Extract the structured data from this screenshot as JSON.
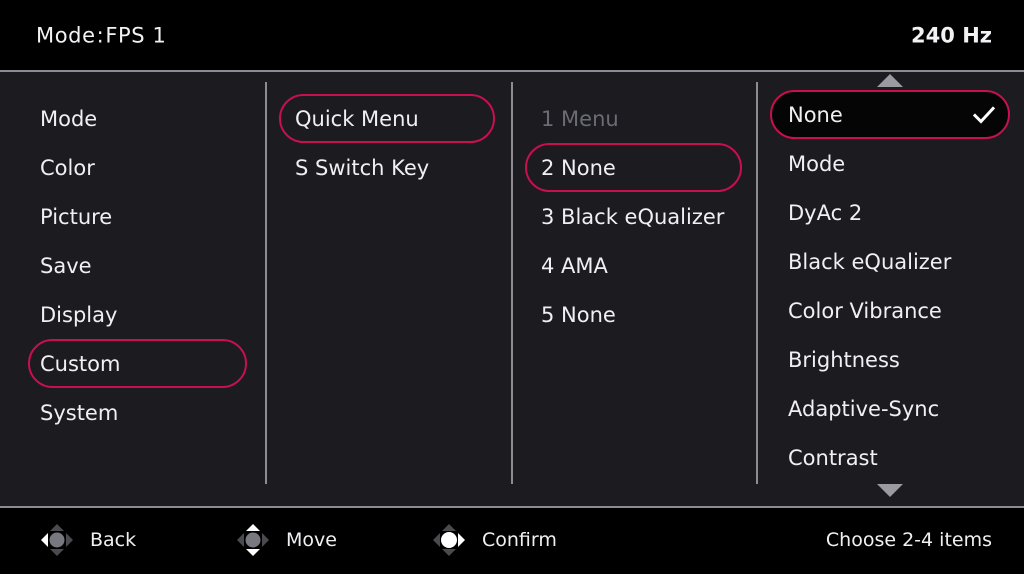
{
  "header": {
    "mode_label": "Mode",
    "mode_separator": ":",
    "mode_value": "FPS 1",
    "refresh_rate": "240 Hz"
  },
  "colors": {
    "accent": "#c8104e",
    "panel_bg": "#1b1b20",
    "header_bg": "#000000",
    "text": "#f0f0f3",
    "disabled_text": "#6b6b73",
    "divider": "#8c8c92",
    "arrow": "#9a9aa0"
  },
  "columns": {
    "main_menu": {
      "items": [
        {
          "label": "Mode",
          "selected": false
        },
        {
          "label": "Color",
          "selected": false
        },
        {
          "label": "Picture",
          "selected": false
        },
        {
          "label": "Save",
          "selected": false
        },
        {
          "label": "Display",
          "selected": false
        },
        {
          "label": "Custom",
          "selected": true
        },
        {
          "label": "System",
          "selected": false
        }
      ]
    },
    "submenu": {
      "items": [
        {
          "label": "Quick Menu",
          "selected": true
        },
        {
          "label": "S Switch Key",
          "selected": false
        }
      ]
    },
    "slots": {
      "items": [
        {
          "label": "1 Menu",
          "selected": false,
          "disabled": true
        },
        {
          "label": "2 None",
          "selected": true,
          "disabled": false
        },
        {
          "label": "3 Black eQualizer",
          "selected": false,
          "disabled": false
        },
        {
          "label": "4 AMA",
          "selected": false,
          "disabled": false
        },
        {
          "label": "5 None",
          "selected": false,
          "disabled": false
        }
      ]
    },
    "options": {
      "scroll_up_icon": "triangle-up-icon",
      "scroll_down_icon": "triangle-down-icon",
      "items": [
        {
          "label": "None",
          "selected": true,
          "checked": true
        },
        {
          "label": "Mode",
          "selected": false,
          "checked": false
        },
        {
          "label": "DyAc 2",
          "selected": false,
          "checked": false
        },
        {
          "label": "Black eQualizer",
          "selected": false,
          "checked": false
        },
        {
          "label": "Color Vibrance",
          "selected": false,
          "checked": false
        },
        {
          "label": "Brightness",
          "selected": false,
          "checked": false
        },
        {
          "label": "Adaptive-Sync",
          "selected": false,
          "checked": false
        },
        {
          "label": "Contrast",
          "selected": false,
          "checked": false
        }
      ]
    }
  },
  "footer": {
    "hints": [
      {
        "label": "Back",
        "icon": "dpad-left-icon"
      },
      {
        "label": "Move",
        "icon": "dpad-updown-icon"
      },
      {
        "label": "Confirm",
        "icon": "dpad-center-icon"
      }
    ],
    "note": "Choose 2-4 items"
  }
}
